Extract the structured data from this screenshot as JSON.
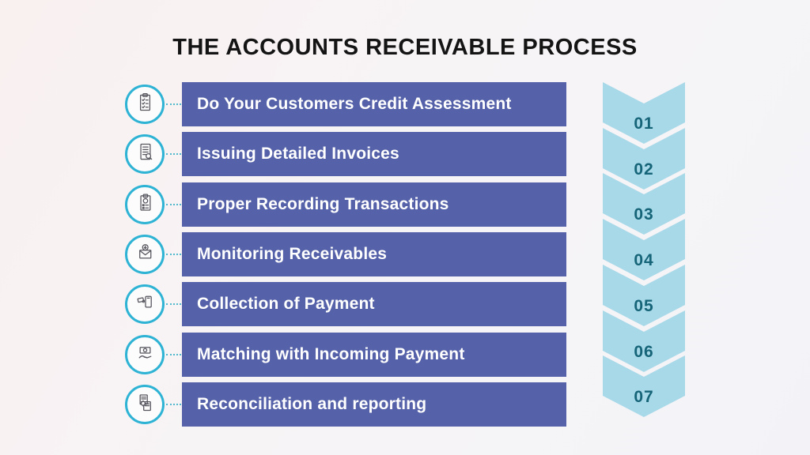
{
  "title": "THE ACCOUNTS RECEIVABLE PROCESS",
  "colors": {
    "bar": "#5561a8",
    "chevron": "#a8d9e9",
    "number": "#156478",
    "circle": "#2eb3d5",
    "connector": "#53bacd",
    "title-color": "#141414"
  },
  "steps": [
    {
      "number": "01",
      "label": "Do Your Customers Credit Assessment",
      "icon": "clipboard-checklist-icon"
    },
    {
      "number": "02",
      "label": "Issuing Detailed Invoices",
      "icon": "invoice-magnifier-icon"
    },
    {
      "number": "03",
      "label": "Proper Recording Transactions",
      "icon": "clipboard-coin-icon"
    },
    {
      "number": "04",
      "label": "Monitoring Receivables",
      "icon": "envelope-download-icon"
    },
    {
      "number": "05",
      "label": "Collection of Payment",
      "icon": "phone-card-payment-icon"
    },
    {
      "number": "06",
      "label": "Matching with Incoming Payment",
      "icon": "hand-money-icon"
    },
    {
      "number": "07",
      "label": "Reconciliation and reporting",
      "icon": "documents-gear-icon"
    }
  ]
}
